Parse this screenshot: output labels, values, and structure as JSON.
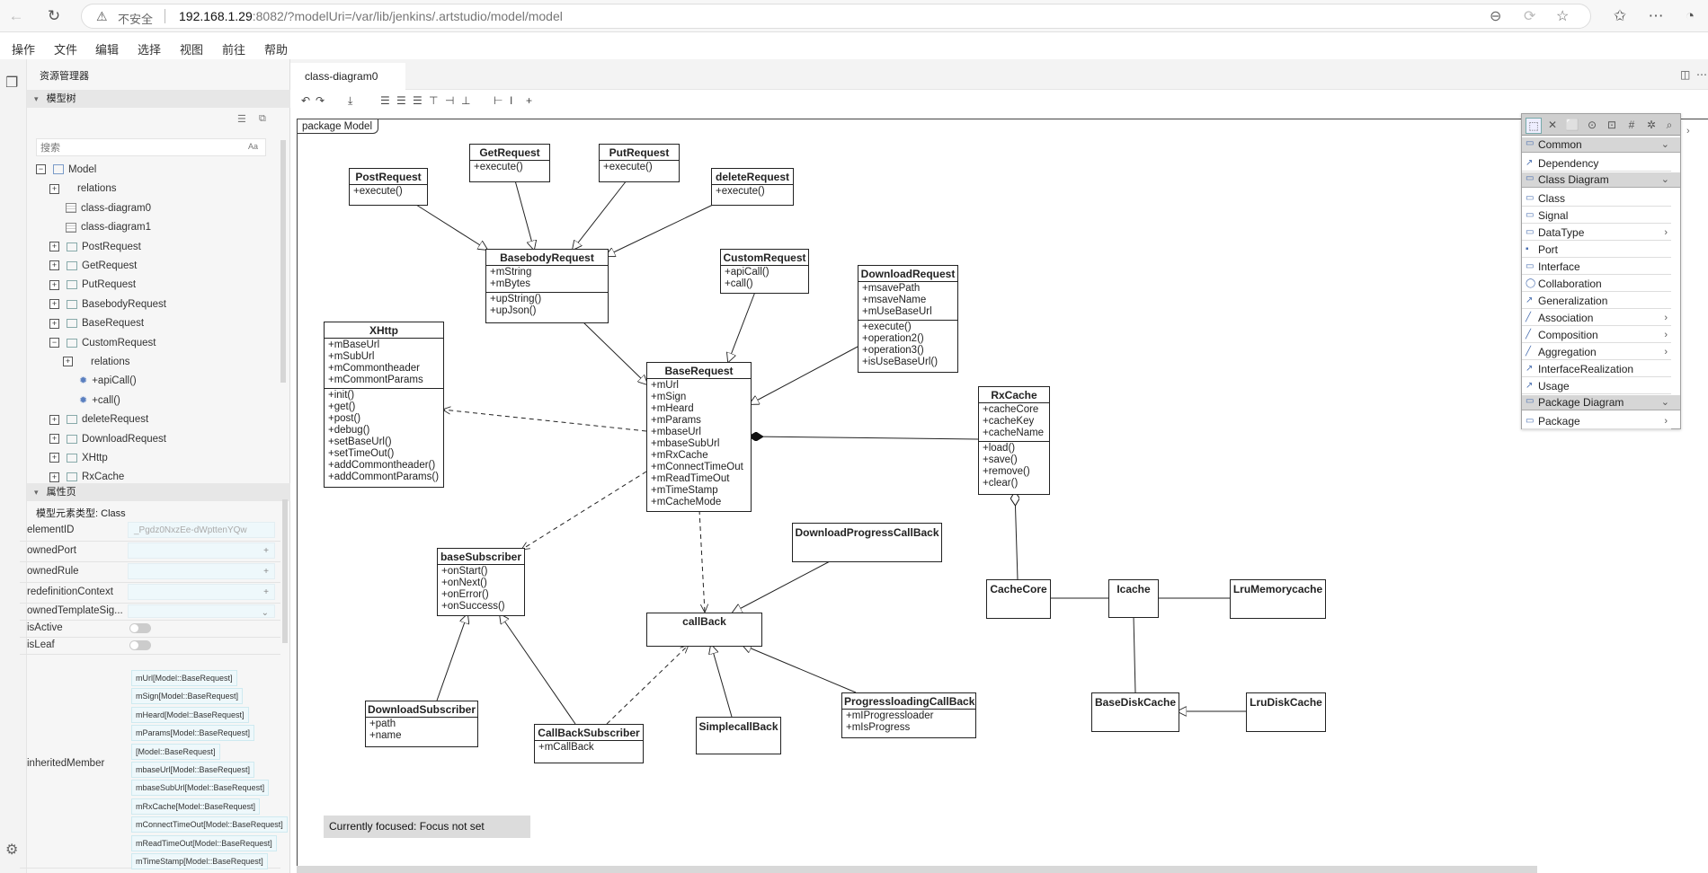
{
  "browser": {
    "insecure_label": "不安全",
    "url_host": "192.168.1.29",
    "url_rest": ":8082/?modelUri=/var/lib/jenkins/.artstudio/model/model"
  },
  "menu": [
    "操作",
    "文件",
    "编辑",
    "选择",
    "视图",
    "前往",
    "帮助"
  ],
  "sidebar": {
    "explorer_title": "资源管理器",
    "model_tree_title": "模型树",
    "search_placeholder": "搜索",
    "search_case": "Aa",
    "tree": [
      {
        "label": "Model",
        "kind": "folder",
        "level": 0,
        "box": "−"
      },
      {
        "label": "relations",
        "kind": "none",
        "level": 1,
        "box": "+"
      },
      {
        "label": "class-diagram0",
        "kind": "diagram",
        "level": 1,
        "box": ""
      },
      {
        "label": "class-diagram1",
        "kind": "diagram",
        "level": 1,
        "box": ""
      },
      {
        "label": "PostRequest",
        "kind": "class",
        "level": 1,
        "box": "+"
      },
      {
        "label": "GetRequest",
        "kind": "class",
        "level": 1,
        "box": "+"
      },
      {
        "label": "PutRequest",
        "kind": "class",
        "level": 1,
        "box": "+"
      },
      {
        "label": "BasebodyRequest",
        "kind": "class",
        "level": 1,
        "box": "+"
      },
      {
        "label": "BaseRequest",
        "kind": "class",
        "level": 1,
        "box": "+"
      },
      {
        "label": "CustomRequest",
        "kind": "class",
        "level": 1,
        "box": "−"
      },
      {
        "label": "relations",
        "kind": "none",
        "level": 2,
        "box": "+"
      },
      {
        "label": "+apiCall()",
        "kind": "op",
        "level": 2,
        "box": ""
      },
      {
        "label": "+call()",
        "kind": "op",
        "level": 2,
        "box": ""
      },
      {
        "label": "deleteRequest",
        "kind": "class",
        "level": 1,
        "box": "+"
      },
      {
        "label": "DownloadRequest",
        "kind": "class",
        "level": 1,
        "box": "+"
      },
      {
        "label": "XHttp",
        "kind": "class",
        "level": 1,
        "box": "+"
      },
      {
        "label": "RxCache",
        "kind": "class",
        "level": 1,
        "box": "+"
      }
    ],
    "props_title": "属性页",
    "element_type_label": "模型元素类型:",
    "element_type_value": "Class",
    "props": [
      {
        "label": "elementID",
        "value": "_Pgdz0NxzEe-dWpttenYQw",
        "kind": "text"
      },
      {
        "label": "ownedPort",
        "value": "",
        "kind": "add"
      },
      {
        "label": "ownedRule",
        "value": "",
        "kind": "add"
      },
      {
        "label": "redefinitionContext",
        "value": "",
        "kind": "add"
      },
      {
        "label": "ownedTemplateSig...",
        "value": "",
        "kind": "select"
      },
      {
        "label": "isActive",
        "value": "",
        "kind": "toggle"
      },
      {
        "label": "isLeaf",
        "value": "",
        "kind": "toggle"
      }
    ],
    "inherited_label": "inheritedMember",
    "inherited": [
      "mUrl[Model::BaseRequest]",
      "mSign[Model::BaseRequest]",
      "mHeard[Model::BaseRequest]",
      "mParams[Model::BaseRequest]",
      "[Model::BaseRequest]",
      "mbaseUrl[Model::BaseRequest]",
      "mbaseSubUrl[Model::BaseRequest]",
      "mRxCache[Model::BaseRequest]",
      "mConnectTimeOut[Model::BaseRequest]",
      "mReadTimeOut[Model::BaseRequest]",
      "mTimeStamp[Model::BaseRequest]"
    ]
  },
  "editor": {
    "tab_label": "class-diagram0",
    "package_label": "package Model",
    "focus_text": "Currently focused: Focus not set"
  },
  "classes": {
    "PostRequest": {
      "name": "PostRequest",
      "attrs": [],
      "ops": [
        "+execute()"
      ]
    },
    "GetRequest": {
      "name": "GetRequest",
      "attrs": [],
      "ops": [
        "+execute()"
      ]
    },
    "PutRequest": {
      "name": "PutRequest",
      "attrs": [],
      "ops": [
        "+execute()"
      ]
    },
    "deleteRequest": {
      "name": "deleteRequest",
      "attrs": [],
      "ops": [
        "+execute()"
      ]
    },
    "BasebodyRequest": {
      "name": "BasebodyRequest",
      "attrs": [
        "+mString",
        "+mBytes"
      ],
      "ops": [
        "+upString()",
        "+upJson()"
      ]
    },
    "CustomRequest": {
      "name": "CustomRequest",
      "attrs": [],
      "ops": [
        "+apiCall()",
        "+call()"
      ]
    },
    "DownloadRequest": {
      "name": "DownloadRequest",
      "attrs": [
        "+msavePath",
        "+msaveName",
        "+mUseBaseUrl"
      ],
      "ops": [
        "+execute()",
        "+operation2()",
        "+operation3()",
        "+isUseBaseUrl()"
      ]
    },
    "XHttp": {
      "name": "XHttp",
      "attrs": [
        "+mBaseUrl",
        "+mSubUrl",
        "+mCommontheader",
        "+mCommontParams"
      ],
      "ops": [
        "+init()",
        "+get()",
        "+post()",
        "+debug()",
        "+setBaseUrl()",
        "+setTimeOut()",
        "+addCommontheader()",
        "+addCommontParams()"
      ]
    },
    "BaseRequest": {
      "name": "BaseRequest",
      "attrs": [
        "+mUrl",
        "+mSign",
        "+mHeard",
        "+mParams",
        "+mbaseUrl",
        "+mbaseSubUrl",
        "+mRxCache",
        "+mConnectTimeOut",
        "+mReadTimeOut",
        "+mTimeStamp",
        "+mCacheMode"
      ],
      "ops": []
    },
    "RxCache": {
      "name": "RxCache",
      "attrs": [
        "+cacheCore",
        "+cacheKey",
        "+cacheName"
      ],
      "ops": [
        "+load()",
        "+save()",
        "+remove()",
        "+clear()"
      ]
    },
    "baseSubscriber": {
      "name": "baseSubscriber",
      "attrs": [],
      "ops": [
        "+onStart()",
        "+onNext()",
        "+onError()",
        "+onSuccess()"
      ]
    },
    "DownloadProgressCallBack": {
      "name": "DownloadProgressCallBack",
      "attrs": [],
      "ops": []
    },
    "callBack": {
      "name": "callBack",
      "attrs": [],
      "ops": []
    },
    "DownloadSubscriber": {
      "name": "DownloadSubscriber",
      "attrs": [
        "+path",
        "+name"
      ],
      "ops": []
    },
    "CallBackSubscriber": {
      "name": "CallBackSubscriber",
      "attrs": [
        "+mCallBack"
      ],
      "ops": []
    },
    "SimplecallBack": {
      "name": "SimplecallBack",
      "attrs": [],
      "ops": []
    },
    "ProgressloadingCallBack": {
      "name": "ProgressloadingCallBack",
      "attrs": [
        "+mIProgressloader",
        "+mIsProgress"
      ],
      "ops": []
    },
    "CacheCore": {
      "name": "CacheCore",
      "attrs": [],
      "ops": []
    },
    "Icache": {
      "name": "Icache",
      "attrs": [],
      "ops": []
    },
    "LruMemorycache": {
      "name": "LruMemorycache",
      "attrs": [],
      "ops": []
    },
    "BaseDiskCache": {
      "name": "BaseDiskCache",
      "attrs": [],
      "ops": []
    },
    "LruDiskCache": {
      "name": "LruDiskCache",
      "attrs": [],
      "ops": []
    }
  },
  "palette": {
    "groups": [
      {
        "name": "Common",
        "items": [
          {
            "label": "Dependency",
            "icon": "↗",
            "sub": false
          }
        ]
      },
      {
        "name": "Class Diagram",
        "items": [
          {
            "label": "Class",
            "icon": "▭",
            "sub": false
          },
          {
            "label": "Signal",
            "icon": "▭",
            "sub": false
          },
          {
            "label": "DataType",
            "icon": "▭",
            "sub": true
          },
          {
            "label": "Port",
            "icon": "▪",
            "sub": false
          },
          {
            "label": "Interface",
            "icon": "▭",
            "sub": false
          },
          {
            "label": "Collaboration",
            "icon": "◯",
            "sub": false
          },
          {
            "label": "Generalization",
            "icon": "↗",
            "sub": false
          },
          {
            "label": "Association",
            "icon": "╱",
            "sub": true
          },
          {
            "label": "Composition",
            "icon": "╱",
            "sub": true
          },
          {
            "label": "Aggregation",
            "icon": "╱",
            "sub": true
          },
          {
            "label": "InterfaceRealization",
            "icon": "↗",
            "sub": false
          },
          {
            "label": "Usage",
            "icon": "↗",
            "sub": false
          }
        ]
      },
      {
        "name": "Package Diagram",
        "items": [
          {
            "label": "Package",
            "icon": "▭",
            "sub": true
          }
        ]
      }
    ]
  }
}
